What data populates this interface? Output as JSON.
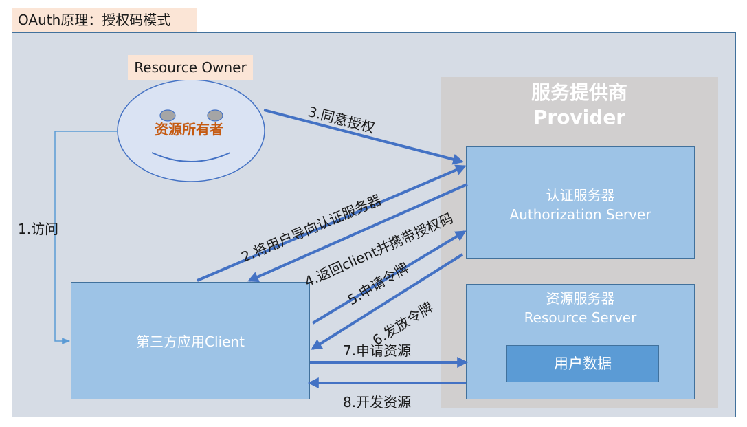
{
  "title": "OAuth原理：授权码模式",
  "provider": {
    "line1": "服务提供商",
    "line2": "Provider"
  },
  "auth_server": {
    "line1": "认证服务器",
    "line2": "Authorization Server"
  },
  "resource_server": {
    "line1": "资源服务器",
    "line2": "Resource Server"
  },
  "user_data": "用户数据",
  "client": "第三方应用Client",
  "resource_owner": {
    "tag": "Resource Owner",
    "name": "资源所有者"
  },
  "steps": {
    "s1": "1.访问",
    "s2": "2.将用户导向认证服务器",
    "s3": "3.同意授权",
    "s4": "4.返回client并携带授权码",
    "s5": "5.申请令牌",
    "s6": "6.发放令牌",
    "s7": "7.申请资源",
    "s8": "8.开发资源"
  },
  "colors": {
    "canvas_bg": "#d6dce5",
    "provider_bg": "#d1cfcf",
    "box_fill": "#9dc3e6",
    "box_border": "#41719c",
    "accent_box": "#5b9bd5",
    "label_tag": "#fbe5d6",
    "owner_name": "#c55a11"
  }
}
